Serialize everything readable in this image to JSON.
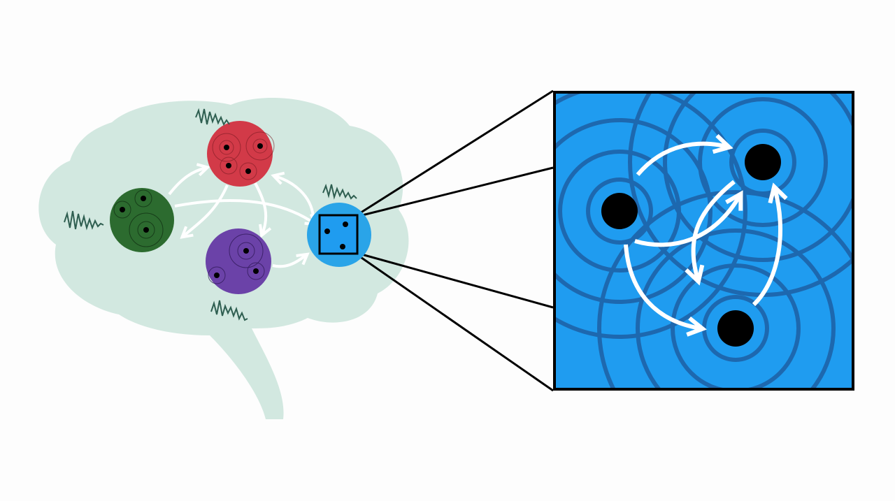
{
  "colors": {
    "background": "#fdfdfd",
    "brain": "#d2e8e0",
    "red_node": "#d23a48",
    "green_node": "#2c6b2f",
    "purple_node": "#6b42a8",
    "blue_node": "#2aa4e8",
    "zoom_panel": "#1f9cf0",
    "wave": "#2e5e50",
    "arrow": "#ffffff",
    "ripple": "#1d3f7a"
  },
  "icons": [
    "brain-outline",
    "oscillation-wave",
    "node-cluster",
    "magnifier-box"
  ]
}
